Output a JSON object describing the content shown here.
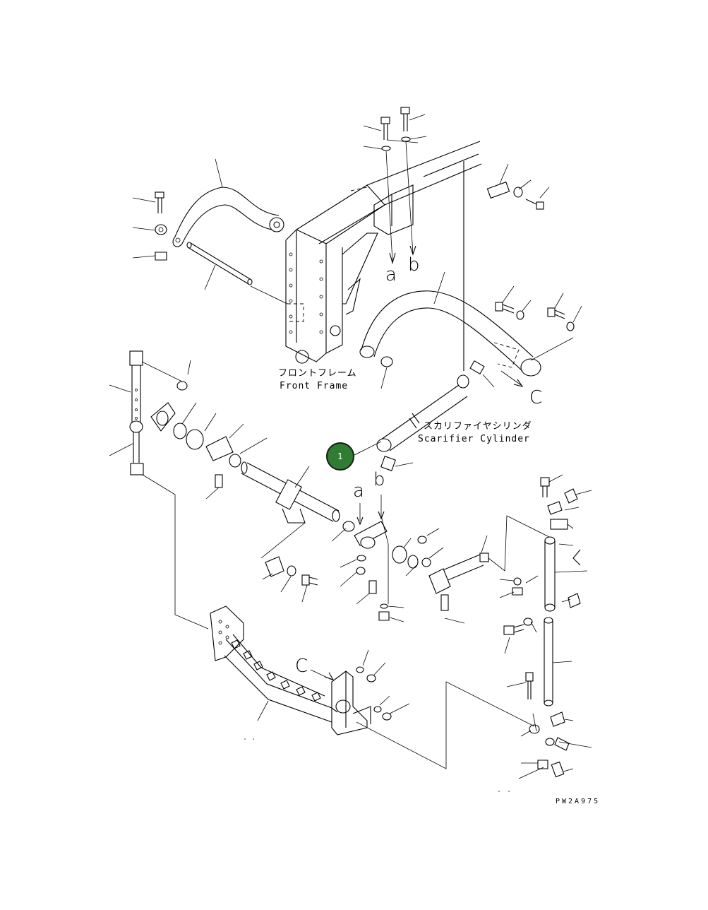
{
  "labels": {
    "front_frame_jp": "フロントフレーム",
    "front_frame_en": "Front Frame",
    "scarifier_cylinder_jp": "スカリファイヤシリンダ",
    "scarifier_cylinder_en": "Scarifier Cylinder",
    "ref_a_top": "a",
    "ref_b_top": "b",
    "ref_a_mid": "a",
    "ref_b_mid": "b",
    "ref_c_right": "C",
    "ref_c_bottom": "C"
  },
  "callouts": [
    {
      "number": "1",
      "color": "#2e7d32"
    }
  ],
  "figure_id": "PW2A975"
}
